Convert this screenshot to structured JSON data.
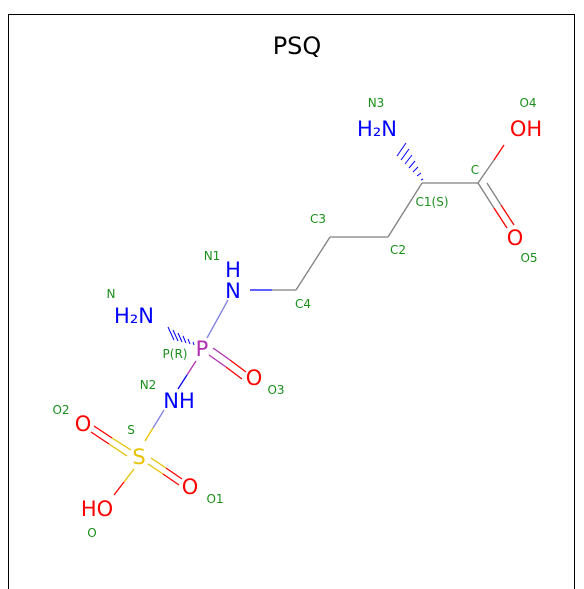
{
  "title": "PSQ",
  "colors": {
    "carbon": "#808080",
    "nitrogen": "#0000ff",
    "oxygen": "#ff0000",
    "sulfur": "#e6c200",
    "phosphorus": "#b030b0",
    "label": "#1a8f1a"
  },
  "atoms": {
    "n3": "H₂N",
    "o4": "OH",
    "o5": "O",
    "n1_h": "H",
    "n1": "N",
    "n": "H₂N",
    "p": "P",
    "o3": "O",
    "n2": "NH",
    "o2": "O",
    "s": "S",
    "o1": "O",
    "o": "HO"
  },
  "labels": {
    "n3": "N3",
    "o4": "O4",
    "c": "C",
    "c1": "C1(S)",
    "o5": "O5",
    "c3": "C3",
    "c2": "C2",
    "n1": "N1",
    "c4": "C4",
    "n": "N",
    "p": "P(R)",
    "n2": "N2",
    "o3": "O3",
    "o2": "O2",
    "s": "S",
    "o1": "O1",
    "o": "O"
  }
}
